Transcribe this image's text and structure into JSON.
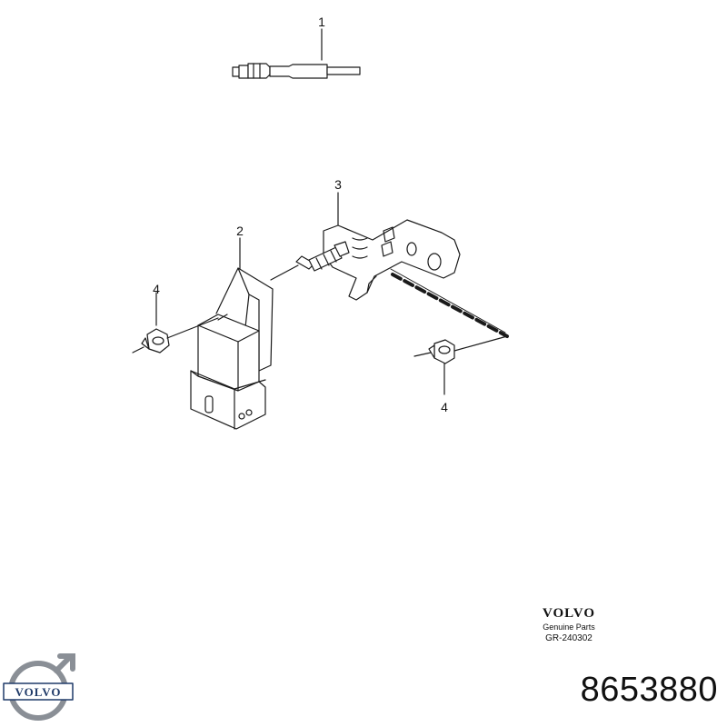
{
  "callouts": {
    "c1": "1",
    "c2": "2",
    "c3": "3",
    "c4_left": "4",
    "c4_right": "4"
  },
  "brand": {
    "name": "VOLVO",
    "subtitle": "Genuine Parts",
    "code": "GR-240302"
  },
  "logo": {
    "text": "VOLVO",
    "icon": "volvo-iron-mark-icon",
    "color": "#1f3a68",
    "ring_color": "#8a8f96"
  },
  "part_number": "8653880"
}
